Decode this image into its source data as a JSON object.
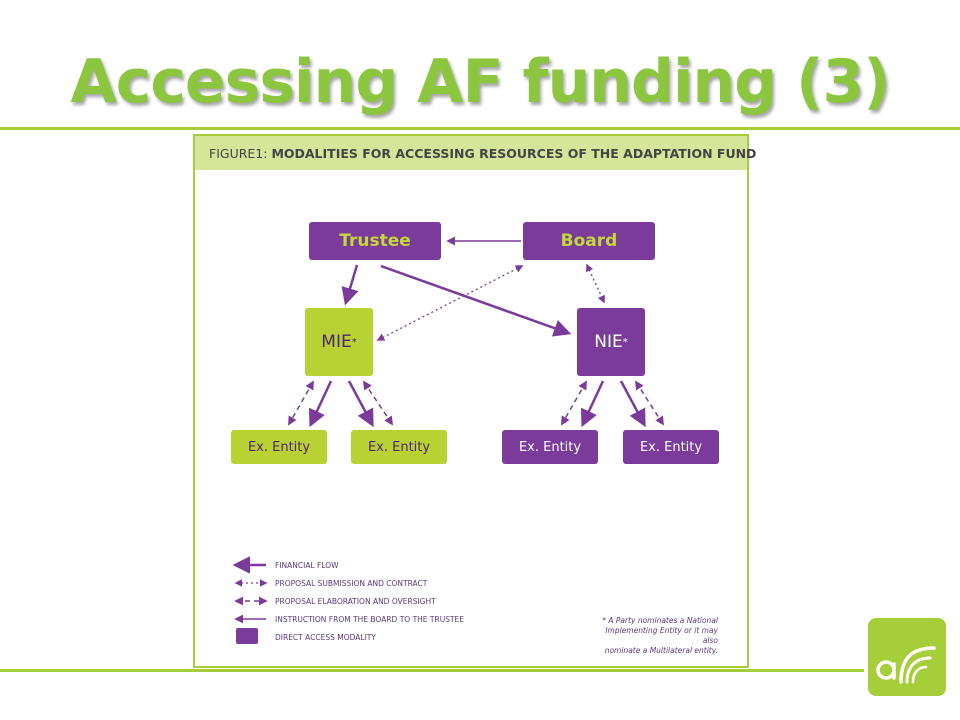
{
  "slide": {
    "title": "Accessing AF funding (3)"
  },
  "figure": {
    "caption_prefix": "FIGURE1: ",
    "caption_rest": "MODALITIES FOR ACCESSING RESOURCES OF THE ADAPTATION FUND",
    "nodes": {
      "trustee": "Trustee",
      "board": "Board",
      "mie": "MIE",
      "nie": "NIE",
      "asterisk": "*",
      "ex_entity_1": "Ex. Entity",
      "ex_entity_2": "Ex. Entity",
      "ex_entity_3": "Ex. Entity",
      "ex_entity_4": "Ex. Entity"
    },
    "legend": [
      "FINANCIAL FLOW",
      "PROPOSAL SUBMISSION AND CONTRACT",
      "PROPOSAL ELABORATION AND OVERSIGHT",
      "INSTRUCTION FROM THE BOARD TO THE TRUSTEE",
      "DIRECT ACCESS MODALITY"
    ],
    "footnote": {
      "line1": "* A Party nominates a National",
      "line2": "Implementing Entity or it may also",
      "line3": "nominate a Multilateral entity."
    }
  },
  "colors": {
    "title_green": "#8cc63f",
    "rule_green": "#a6ce39",
    "purple": "#7a3b9a",
    "lime": "#b8d234",
    "header_bg": "#d5e59a"
  },
  "icons": {
    "logo": "adaptation-fund-logo-icon"
  }
}
